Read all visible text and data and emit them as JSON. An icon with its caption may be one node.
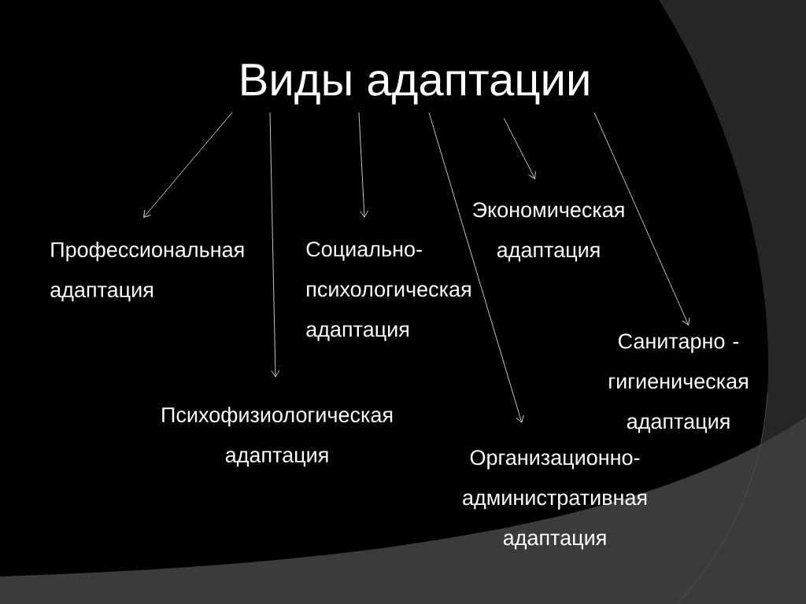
{
  "diagram": {
    "nodes": [
      {
        "text": [
          "Виды адаптации"
        ]
      },
      {
        "text": [
          "Экономическая адаптация"
        ]
      },
      {
        "text": [
          "Профессиональная адаптация"
        ]
      },
      {
        "text": [
          "Социально- психологическая адаптация"
        ]
      },
      {
        "text": [
          "Санитарно - гигиеническая адаптация"
        ]
      },
      {
        "text": [
          "Психофизиологическая адаптация"
        ]
      },
      {
        "text": [
          "Организационно- административная адаптация"
        ]
      }
    ],
    "edges": [
      {
        "from": 0,
        "to": 2,
        "arrow": "to"
      },
      {
        "from": 0,
        "to": 5,
        "arrow": "to"
      },
      {
        "from": 0,
        "to": 3,
        "arrow": "to"
      },
      {
        "from": 0,
        "to": 6,
        "arrow": "to"
      },
      {
        "from": 0,
        "to": 1,
        "arrow": "to"
      },
      {
        "from": 0,
        "to": 4,
        "arrow": "to"
      }
    ]
  }
}
